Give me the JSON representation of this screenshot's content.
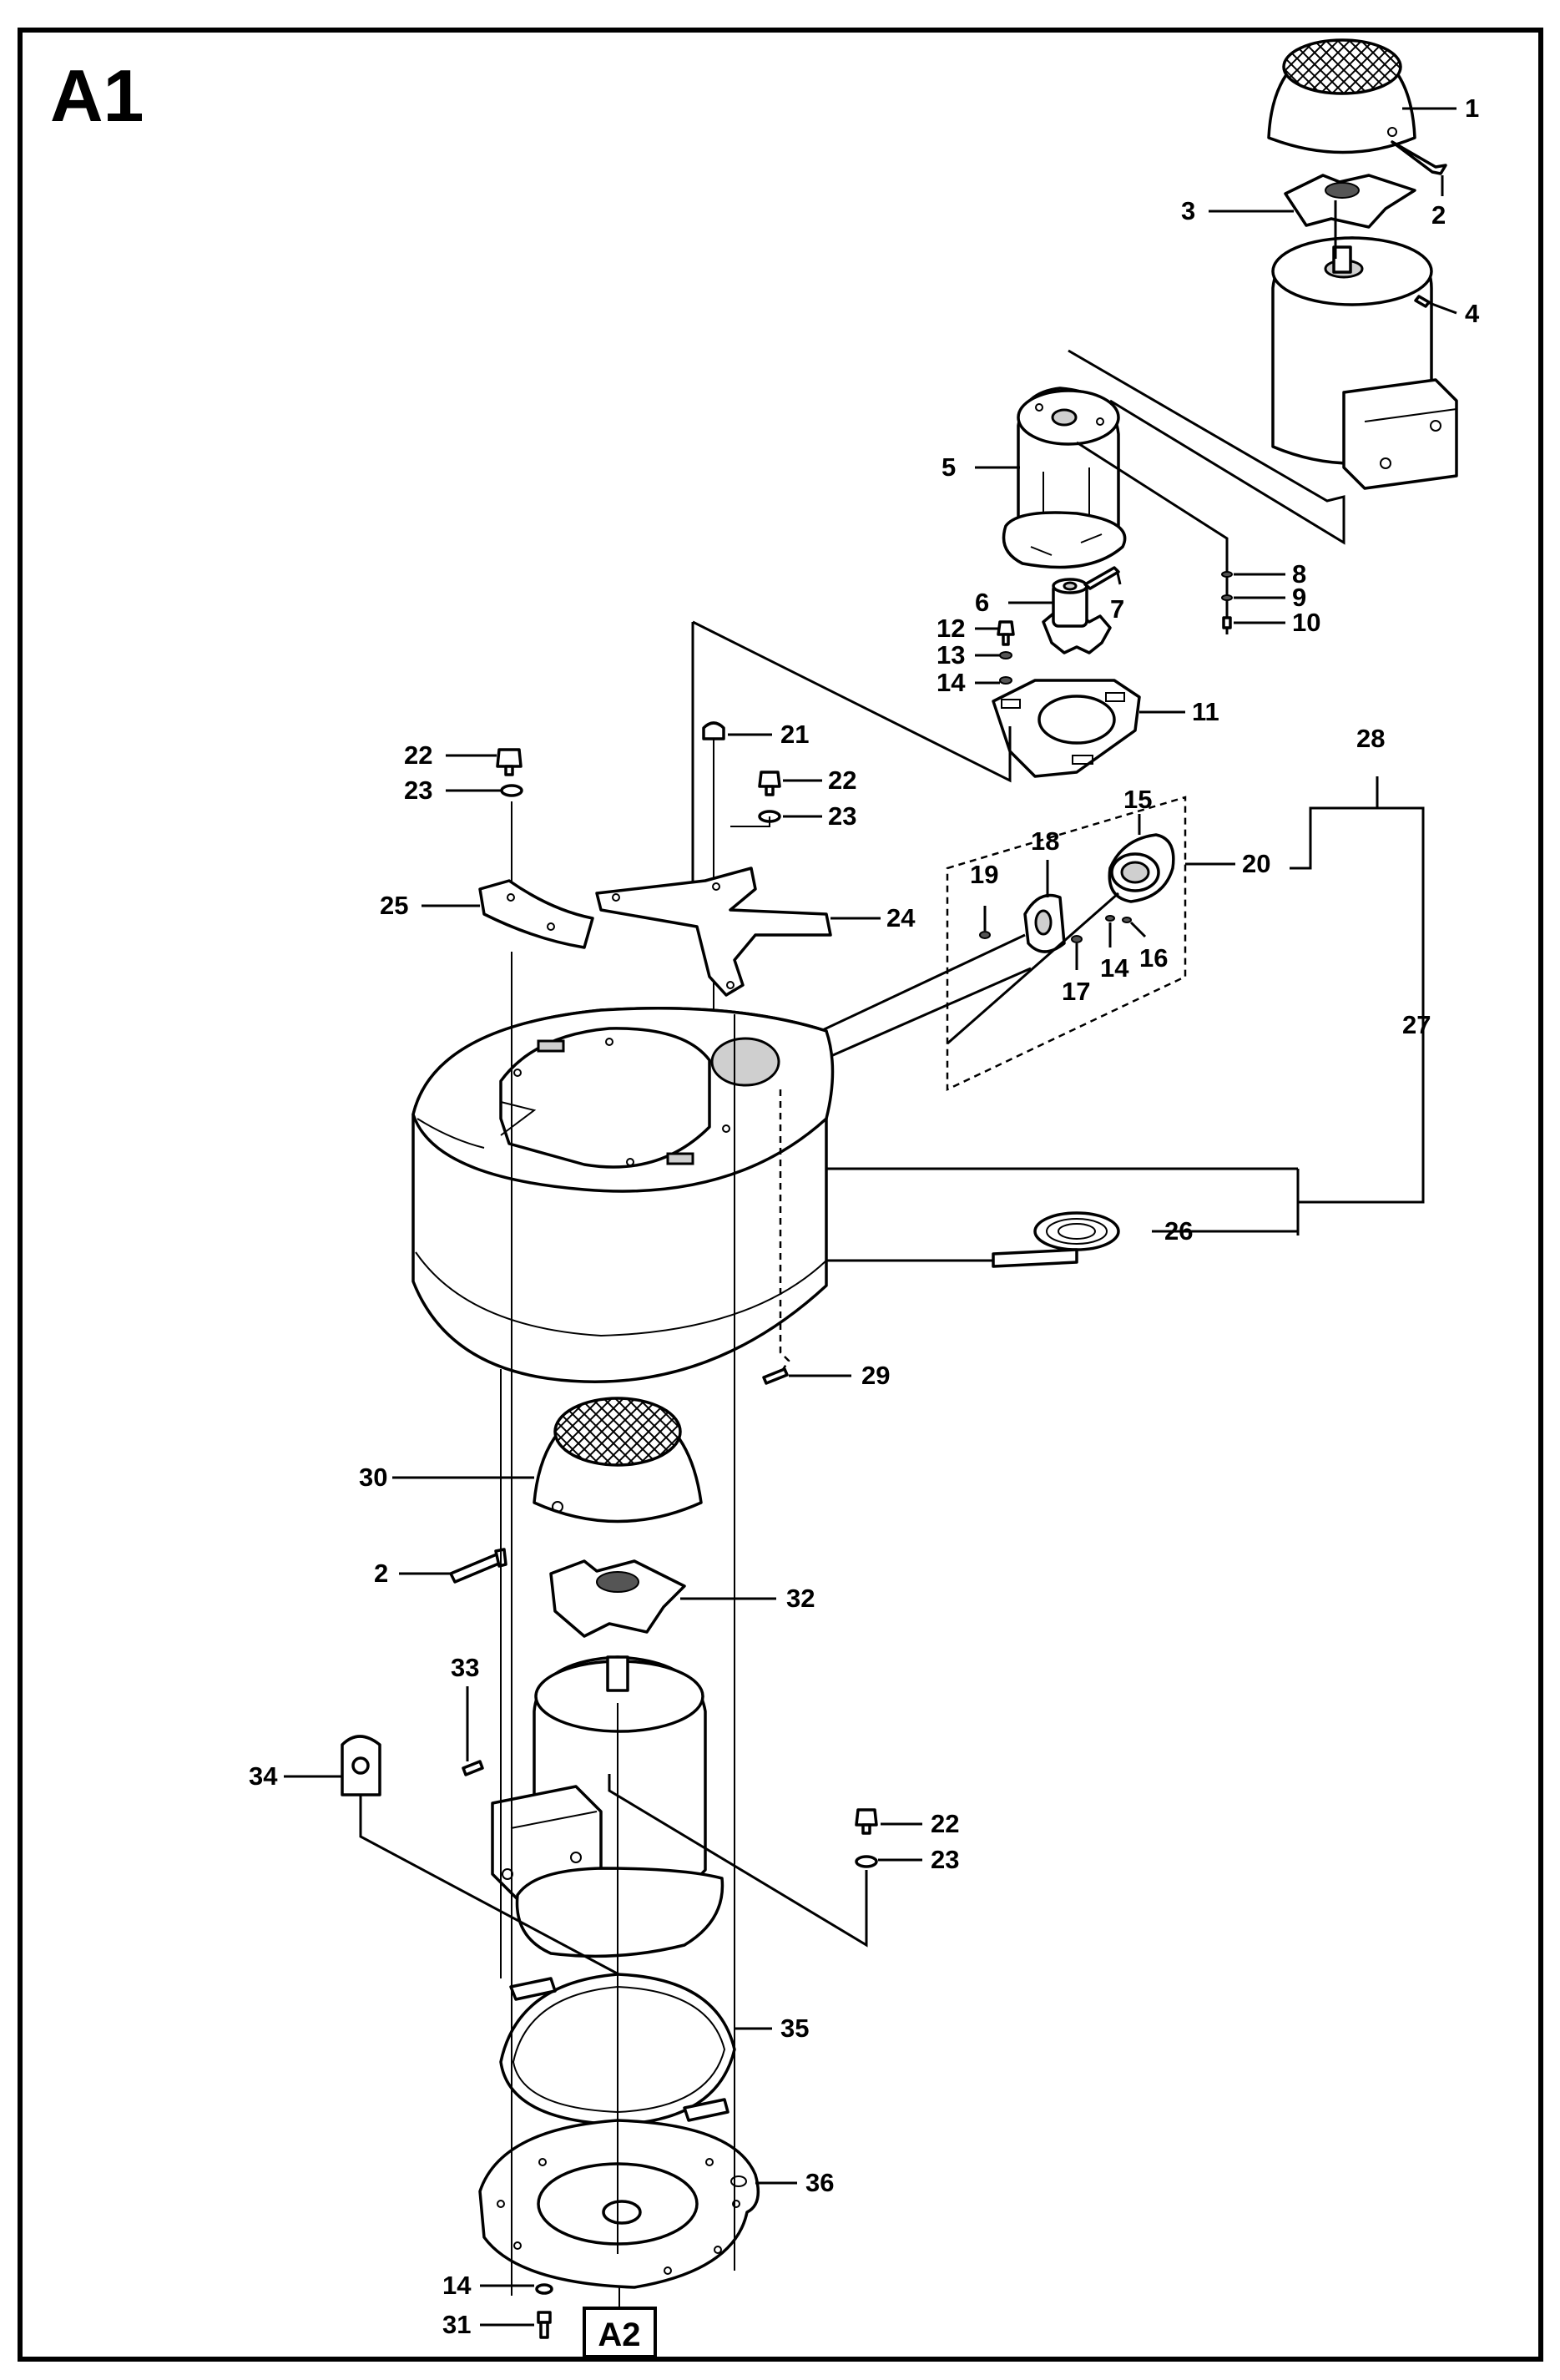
{
  "title": "A1",
  "reference_box": "A2",
  "callouts": {
    "c1": "1",
    "c2a": "2",
    "c3": "3",
    "c4": "4",
    "c5": "5",
    "c6": "6",
    "c7": "7",
    "c8": "8",
    "c9": "9",
    "c10": "10",
    "c11": "11",
    "c12": "12",
    "c13": "13",
    "c14a": "14",
    "c15": "15",
    "c16": "16",
    "c17": "17",
    "c14b": "14",
    "c18": "18",
    "c19": "19",
    "c20": "20",
    "c21": "21",
    "c22a": "22",
    "c23a": "23",
    "c22b": "22",
    "c23b": "23",
    "c24": "24",
    "c25": "25",
    "c26": "26",
    "c27": "27",
    "c28": "28",
    "c29": "29",
    "c30": "30",
    "c2b": "2",
    "c32": "32",
    "c33": "33",
    "c34": "34",
    "c22c": "22",
    "c23c": "23",
    "c35": "35",
    "c36": "36",
    "c14c": "14",
    "c31": "31"
  }
}
